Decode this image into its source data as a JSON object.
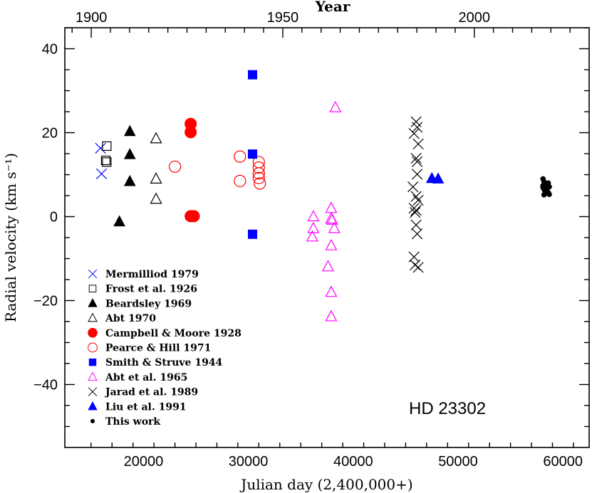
{
  "chart_data": {
    "type": "scatter",
    "title": "",
    "xlabel": "Julian day (2,400,000+)",
    "ylabel": "Radial velocity (km s⁻¹)",
    "top_axis_label": "Year",
    "xlim": [
      12500,
      62500
    ],
    "ylim": [
      -55,
      45
    ],
    "x_ticks": [
      20000,
      30000,
      40000,
      50000,
      60000
    ],
    "y_ticks": [
      -40,
      -20,
      0,
      20,
      40
    ],
    "top_ticks": [
      {
        "label": "1900",
        "jd": 15020
      },
      {
        "label": "1950",
        "jd": 33282
      },
      {
        "label": "2000",
        "jd": 51545
      }
    ],
    "grid": false,
    "legend_position": "bottom-left",
    "annotation": "HD 23302",
    "series": [
      {
        "name": "Mermilliod 1979",
        "marker": "cross",
        "color": "#0000ff",
        "points": [
          [
            15900,
            16.3
          ],
          [
            16000,
            10.2
          ]
        ]
      },
      {
        "name": "Frost et al. 1926",
        "marker": "square-open",
        "color": "#000000",
        "points": [
          [
            16500,
            16.8
          ],
          [
            16400,
            13.4
          ],
          [
            16500,
            13.0
          ]
        ]
      },
      {
        "name": "Beardsley 1969",
        "marker": "triangle-filled",
        "color": "#000000",
        "points": [
          [
            17700,
            -1.2
          ],
          [
            18700,
            20.3
          ],
          [
            18700,
            14.8
          ],
          [
            18700,
            8.4
          ]
        ]
      },
      {
        "name": "Abt 1970",
        "marker": "triangle-open",
        "color": "#000000",
        "points": [
          [
            21200,
            18.6
          ],
          [
            21200,
            9.0
          ],
          [
            21200,
            4.2
          ]
        ]
      },
      {
        "name": "Campbell & Moore 1928",
        "marker": "circle-filled",
        "color": "#ff0000",
        "points": [
          [
            24500,
            22.1
          ],
          [
            24500,
            20.1
          ],
          [
            24500,
            0.1
          ],
          [
            24800,
            0.1
          ]
        ]
      },
      {
        "name": "Pearce & Hill 1971",
        "marker": "circle-open",
        "color": "#ff0000",
        "points": [
          [
            23000,
            11.9
          ],
          [
            29200,
            14.3
          ],
          [
            29200,
            8.5
          ],
          [
            31000,
            13.0
          ],
          [
            31000,
            11.7
          ],
          [
            31000,
            10.3
          ],
          [
            31000,
            9.2
          ],
          [
            31100,
            7.9
          ]
        ]
      },
      {
        "name": "Smith & Struve 1944",
        "marker": "square-filled",
        "color": "#0000ff",
        "points": [
          [
            30400,
            33.8
          ],
          [
            30400,
            14.9
          ],
          [
            30400,
            -4.2
          ]
        ]
      },
      {
        "name": "Abt et al. 1965",
        "marker": "triangle-open",
        "color": "#ff00ff",
        "points": [
          [
            36200,
            0.0
          ],
          [
            36200,
            -2.8
          ],
          [
            36100,
            -4.8
          ],
          [
            37600,
            -11.9
          ],
          [
            37900,
            2.0
          ],
          [
            37900,
            -0.5
          ],
          [
            38000,
            -0.8
          ],
          [
            38200,
            -2.8
          ],
          [
            37900,
            -6.9
          ],
          [
            37900,
            -18.0
          ],
          [
            37900,
            -23.8
          ],
          [
            38300,
            26.0
          ]
        ]
      },
      {
        "name": "Jarad et al. 1989",
        "marker": "x",
        "color": "#000000",
        "points": [
          [
            45800,
            19.8
          ],
          [
            46000,
            22.6
          ],
          [
            46100,
            21.3
          ],
          [
            46200,
            17.3
          ],
          [
            46000,
            13.9
          ],
          [
            46100,
            13.1
          ],
          [
            46100,
            10.1
          ],
          [
            45700,
            7.1
          ],
          [
            46000,
            4.8
          ],
          [
            46200,
            3.9
          ],
          [
            45800,
            2.0
          ],
          [
            45900,
            1.0
          ],
          [
            46000,
            1.5
          ],
          [
            46000,
            -2.0
          ],
          [
            46100,
            -4.1
          ],
          [
            45800,
            -9.6
          ],
          [
            45900,
            -11.5
          ],
          [
            46200,
            -12.1
          ]
        ]
      },
      {
        "name": "Liu et al. 1991",
        "marker": "triangle-filled",
        "color": "#0000ff",
        "points": [
          [
            47500,
            9.1
          ],
          [
            48100,
            9.0
          ]
        ]
      },
      {
        "name": "This work",
        "marker": "dot",
        "color": "#000000",
        "points": [
          [
            58100,
            9.0
          ],
          [
            58200,
            8.3
          ],
          [
            58300,
            7.8
          ],
          [
            58400,
            7.6
          ],
          [
            58500,
            7.2
          ],
          [
            58700,
            7.1
          ],
          [
            58100,
            6.9
          ],
          [
            58200,
            6.5
          ],
          [
            58400,
            6.3
          ],
          [
            58500,
            6.0
          ],
          [
            58300,
            5.8
          ],
          [
            58600,
            5.7
          ],
          [
            58200,
            5.2
          ],
          [
            58700,
            5.3
          ],
          [
            58100,
            7.4
          ],
          [
            58600,
            8.0
          ]
        ]
      }
    ]
  }
}
